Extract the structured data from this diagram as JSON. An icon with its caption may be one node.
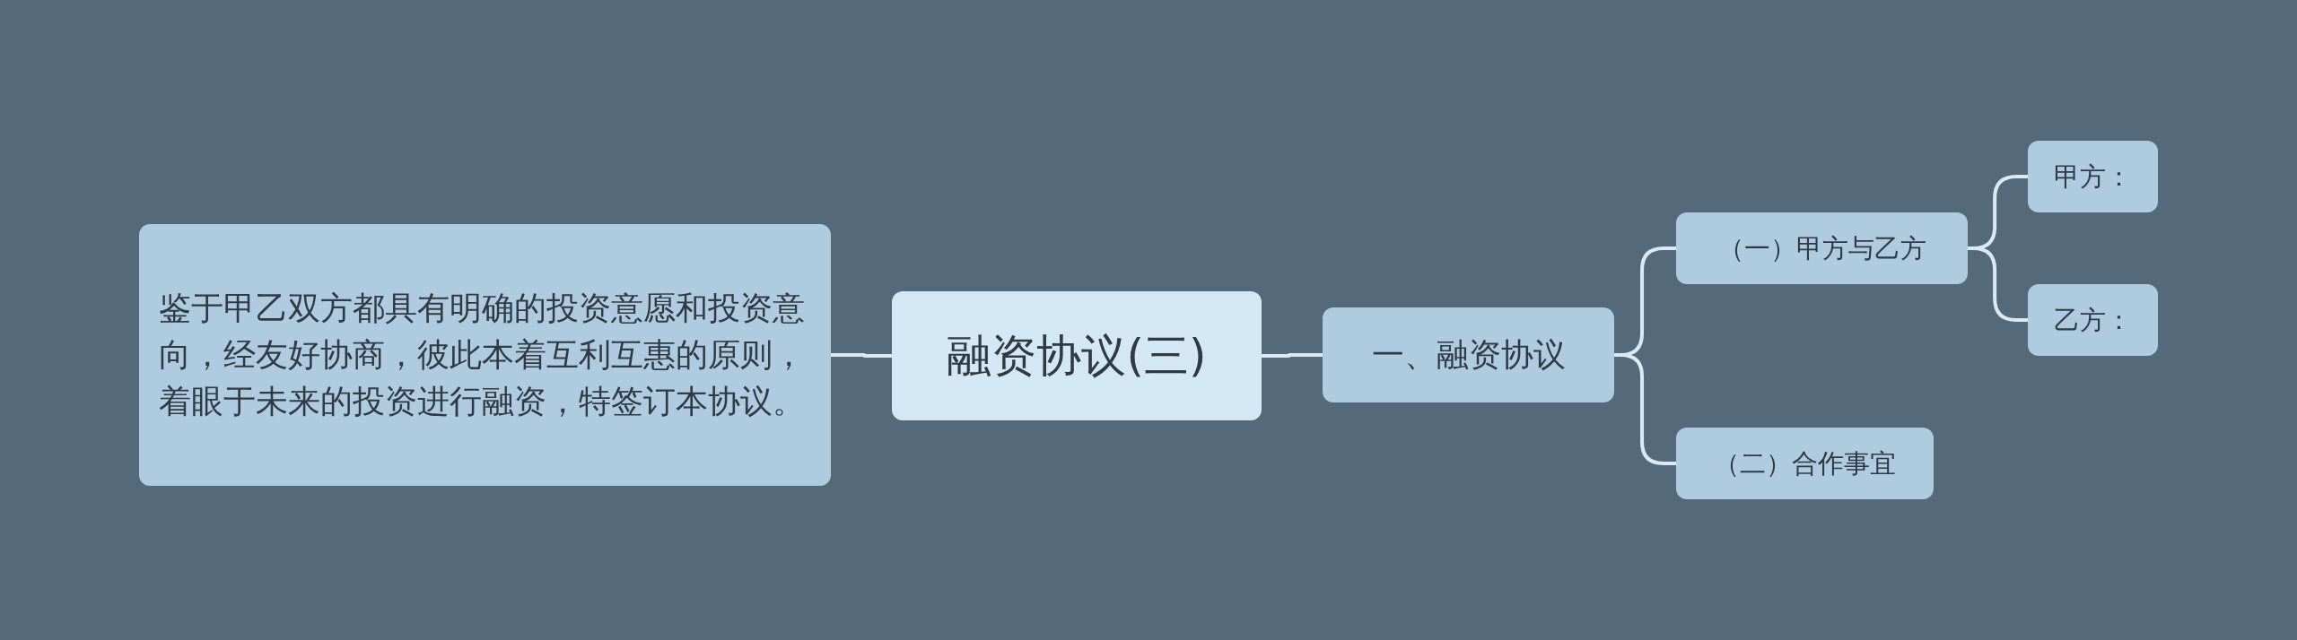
{
  "diagram": {
    "nodes": [
      {
        "text": [
          "融资协议(三)"
        ]
      },
      {
        "text": [
          "鉴于甲乙双方都具有明确的投资意愿和投资意向，经友好协商，彼此本着互利互惠的原则，着眼于未来的投资进行融资，特签订本协议。"
        ]
      },
      {
        "text": [
          "一、融资协议"
        ]
      },
      {
        "text": [
          "（一）甲方与乙方"
        ]
      },
      {
        "text": [
          "甲方："
        ]
      },
      {
        "text": [
          "乙方："
        ]
      },
      {
        "text": [
          "（二）合作事宜"
        ]
      }
    ],
    "edges": [
      {
        "from": 0,
        "to": 1,
        "arrow": "none"
      },
      {
        "from": 0,
        "to": 2,
        "arrow": "none"
      },
      {
        "from": 2,
        "to": 3,
        "arrow": "none"
      },
      {
        "from": 2,
        "to": 6,
        "arrow": "none"
      },
      {
        "from": 3,
        "to": 4,
        "arrow": "none"
      },
      {
        "from": 3,
        "to": 5,
        "arrow": "none"
      }
    ]
  }
}
